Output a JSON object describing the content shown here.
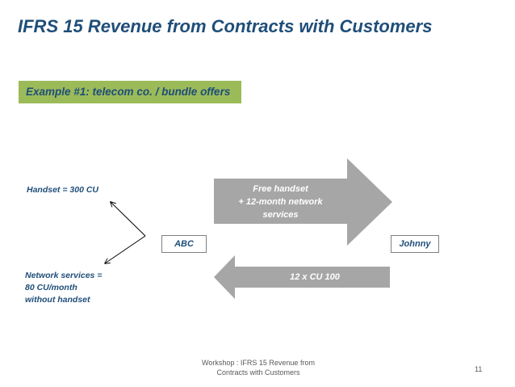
{
  "slide": {
    "title": "IFRS 15 Revenue from Contracts with Customers",
    "example_label": "Example #1: telecom co. / bundle offers"
  },
  "diagram": {
    "left_top_label": "Handset = 300 CU",
    "left_bottom_label": [
      "Network services =",
      "80 CU/month",
      "without handset"
    ],
    "seller": "ABC",
    "customer": "Johnny",
    "forward_arrow_text": [
      "Free handset",
      "+ 12-month network",
      "services"
    ],
    "return_arrow_text": "12 x CU 100"
  },
  "footer": {
    "text_line1": "Workshop : IFRS 15 Revenue from",
    "text_line2": "Contracts with Customers",
    "page_number": "11"
  },
  "colors": {
    "title": "#1f4e79",
    "banner": "#9bbb59",
    "arrow": "#a6a6a6"
  }
}
